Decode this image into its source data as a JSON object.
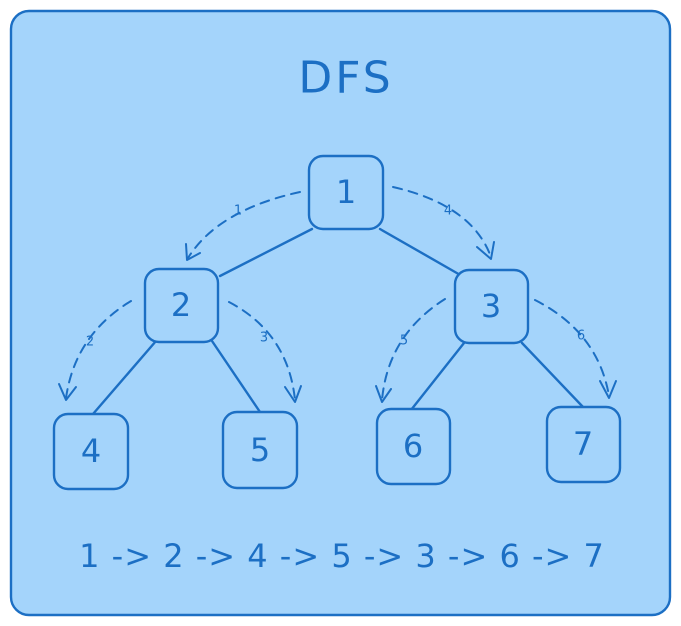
{
  "title": "DFS",
  "nodes": {
    "n1": "1",
    "n2": "2",
    "n3": "3",
    "n4": "4",
    "n5": "5",
    "n6": "6",
    "n7": "7"
  },
  "steps": {
    "s1": "1",
    "s2": "2",
    "s3": "3",
    "s4": "4",
    "s5": "5",
    "s6": "6"
  },
  "traversal_order": "1 -> 2 -> 4 -> 5 -> 3 -> 6 -> 7",
  "colors": {
    "panel_fill": "#a4d4fb",
    "ink": "#1c6fc4"
  }
}
